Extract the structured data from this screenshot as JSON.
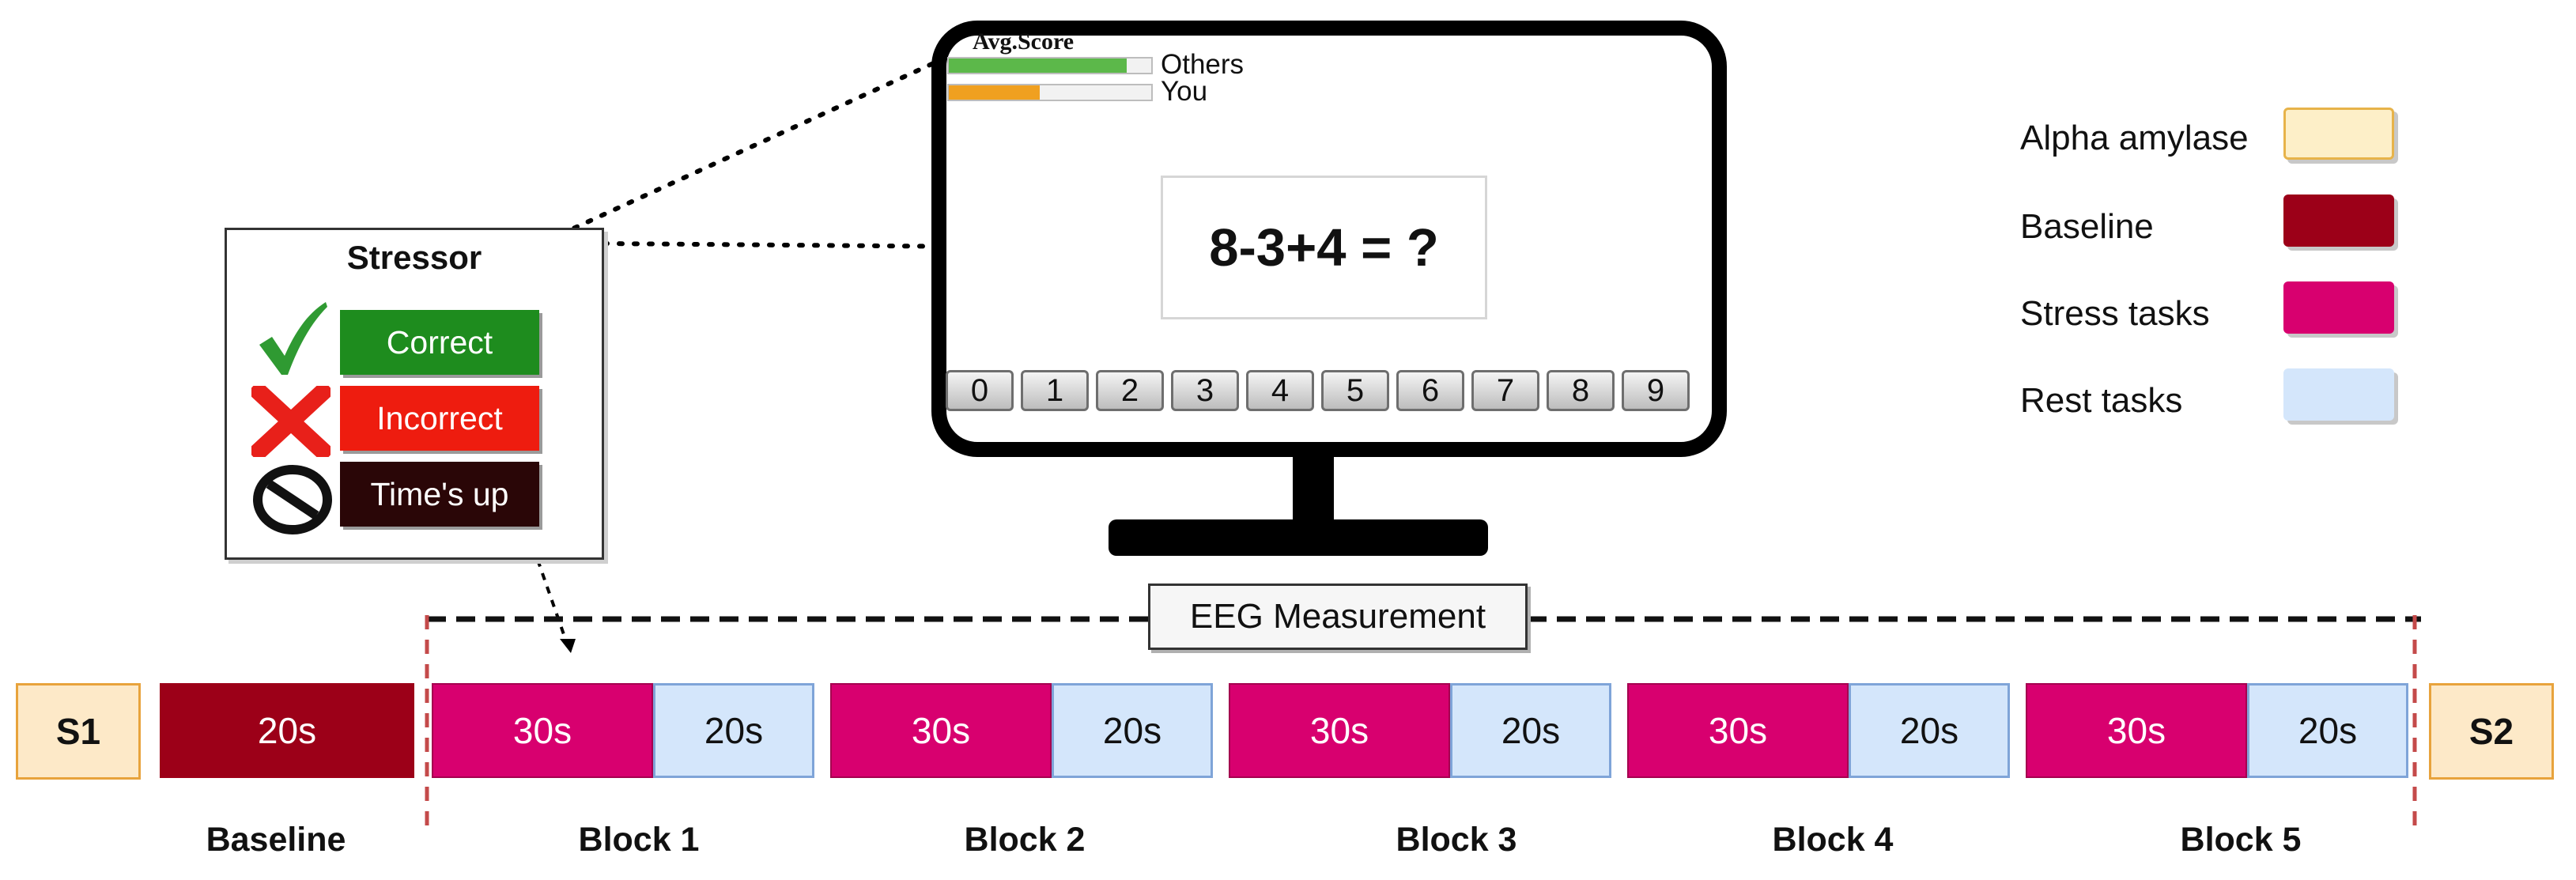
{
  "screen": {
    "avg_score_title": "Avg.Score",
    "bars": [
      {
        "label": "Others",
        "fraction": 0.88,
        "color": "#5cb84a"
      },
      {
        "label": "You",
        "fraction": 0.45,
        "color": "#f0a020"
      }
    ],
    "problem": "8-3+4 = ?",
    "keypad": [
      "0",
      "1",
      "2",
      "3",
      "4",
      "5",
      "6",
      "7",
      "8",
      "9"
    ]
  },
  "stressor": {
    "title": "Stressor",
    "feedback": [
      {
        "label": "Correct",
        "icon": "checkmark-icon",
        "color": "#1e8c1e"
      },
      {
        "label": "Incorrect",
        "icon": "cross-icon",
        "color": "#ee1c0f"
      },
      {
        "label": "Time's up",
        "icon": "prohibited-icon",
        "color": "#2a0607"
      }
    ]
  },
  "legend": [
    {
      "label": "Alpha amylase",
      "color": "#fdefc8"
    },
    {
      "label": "Baseline",
      "color": "#9c0018"
    },
    {
      "label": "Stress tasks",
      "color": "#d8006f"
    },
    {
      "label": "Rest tasks",
      "color": "#d4e6fb"
    }
  ],
  "eeg_label": "EEG Measurement",
  "timeline": {
    "sample_start": "S1",
    "sample_end": "S2",
    "baseline": {
      "duration": "20s",
      "label": "Baseline"
    },
    "blocks": [
      {
        "label": "Block 1",
        "stress": "30s",
        "rest": "20s"
      },
      {
        "label": "Block 2",
        "stress": "30s",
        "rest": "20s"
      },
      {
        "label": "Block 3",
        "stress": "30s",
        "rest": "20s"
      },
      {
        "label": "Block 4",
        "stress": "30s",
        "rest": "20s"
      },
      {
        "label": "Block 5",
        "stress": "30s",
        "rest": "20s"
      }
    ]
  }
}
